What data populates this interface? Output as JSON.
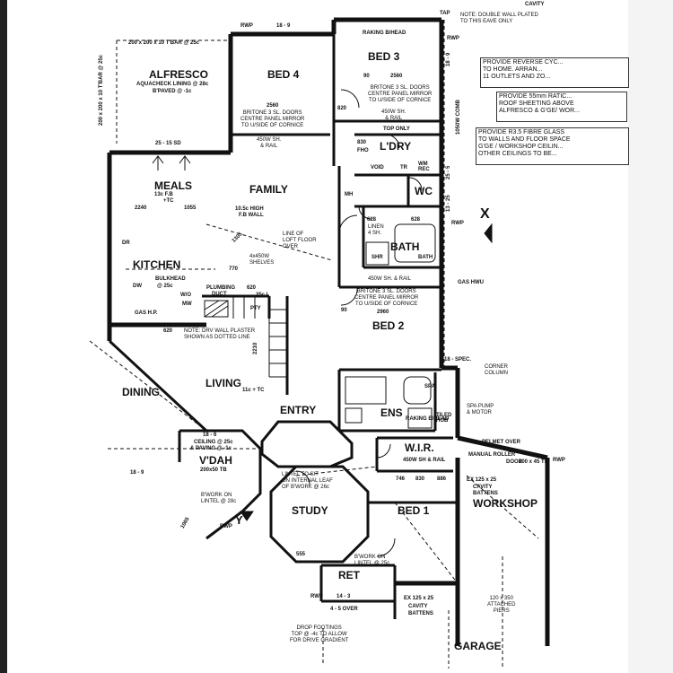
{
  "rooms": {
    "alfresco": "ALFRESCO",
    "bed4": "BED 4",
    "bed3": "BED 3",
    "ldry": "L'DRY",
    "wc": "WC",
    "meals": "MEALS",
    "family": "FAMILY",
    "kitchen": "KITCHEN",
    "bath": "BATH",
    "bed2": "BED 2",
    "dining": "DINING",
    "living": "LIVING",
    "entry": "ENTRY",
    "ens": "ENS",
    "wir": "W.I.R.",
    "vdah": "V'DAH",
    "study": "STUDY",
    "bed1": "BED 1",
    "workshop": "WORKSHOP",
    "ret": "RET",
    "garage": "GARAGE"
  },
  "notes": {
    "cavity": "CAVITY",
    "rwp": "RWP",
    "tap": "TAP",
    "dim_18_9": "18 - 9",
    "double_wall_1": "NOTE: DOUBLE WALL PLATED",
    "double_wall_2": "TO THIS EAVE ONLY",
    "raking_bhead": "RAKING B/HEAD",
    "tbar_top": "200 x 200 x 10 T'BAR @ 25c",
    "tbar_side": "200 x 200 x 10 T'BAR @ 25c",
    "aquacheck": "AQUACHECK LINING @ 28c",
    "bpaved": "B'PAVED @ -1c",
    "dim_2560a": "2560",
    "dim_2560b": "2560",
    "dim_90": "90",
    "dim_820": "820",
    "britone1": "BRITONE 3 SL. DOORS",
    "britone2": "CENTRE PANEL MIRROR",
    "britone3": "TO U/SIDE OF CORNICE",
    "shrail1": "450W SH.",
    "shrail2": "& RAIL",
    "top_only": "TOP ONLY",
    "dim_830": "830",
    "fho": "FHO",
    "void": "VOID",
    "tr": "TR",
    "wm_rec": "WM REC",
    "combi": "1050W COMB",
    "meals_ceiling": "13c F.B",
    "meals_tc": "+TC",
    "dim_2240": "2240",
    "dim_1055": "1055",
    "high_wall": "10.5c HIGH",
    "fb_wall": "F.B WALL",
    "loft1": "LINE OF",
    "loft2": "LOFT FLOOR",
    "loft3": "OVER",
    "shelves1": "4x450W",
    "shelves2": "SHELVES",
    "mh": "MH",
    "dim_1305": "1305",
    "dim_628a": "628",
    "dim_628b": "628",
    "linen": "LINEN",
    "linen_sh": "4 SH.",
    "shr": "SHR",
    "dim_25_5": "25 - 5",
    "dim_13_25": "13 - 25",
    "x_marker": "X",
    "dr": "DR",
    "dw": "DW",
    "bulkhead": "BULKHEAD",
    "bulkhead_c": "@ 25c",
    "wo": "W/O",
    "plumbing": "PLUMBING",
    "duct": "DUCT",
    "mw": "MW",
    "pty": "PTY",
    "dim_25cl": "25c L",
    "dim_620": "620",
    "dim_770": "770",
    "gas_hp": "GAS H.P.",
    "gas_hwu": "GAS HWU",
    "drv_note1": "NOTE: DRV WALL PLASTER",
    "drv_note2": "SHOWN AS DOTTED LINE",
    "bed2_shrail": "450W SH. & RAIL",
    "dim_2960": "2960",
    "dim_2210": "2210",
    "dim_11c": "11c + TC",
    "corner1": "CORNER",
    "corner2": "COLUMN",
    "spec": "18 - SPEC.",
    "spa": "SPA",
    "spa_pump": "SPA PUMP",
    "spa_motor": "& MOTOR",
    "tiled_hob": "TILED HOB",
    "raking_ens": "RAKING B/HEAD",
    "pelmet": "PELMET OVER",
    "roller": "MANUAL ROLLER",
    "roller_door": "DOOR",
    "dim_200x45": "200 x 45 TB",
    "wir_shrail": "450W SH & RAIL",
    "dim_746": "746",
    "dim_830b": "830",
    "dim_886": "886",
    "ex125": "EX 125 x 25",
    "cavity_battens": "CAVITY BATTENS",
    "dim_18_6": "18 - 6",
    "vdah_ceiling": "CEILING @ 25c",
    "vdah_paving": "& PAVING @ -1c",
    "dim_200x50": "200x50 TB",
    "lintel1": "LINTEL TO SIT",
    "lintel2": "ON INTERNAL LEAF",
    "lintel3": "OF B'WORK @ 26c",
    "bwork1": "B'WORK ON",
    "bwork2": "LINTEL @ 28c",
    "bwork3": "B'WORK ON",
    "bwork4": "LINTEL @ 25c",
    "dim_1065": "1065",
    "dim_555": "555",
    "ex125b": "EX 125 x 25",
    "cavity_b2": "CAVITY",
    "cavity_b3": "BATTENS",
    "attached1": "120 x 350",
    "attached2": "ATTACHED",
    "attached3": "PIERS",
    "drop1": "DROP FOOTINGS",
    "drop2": "TOP @ -4c TO ALLOW",
    "drop3": "FOR DRIVE GRADIENT",
    "y_marker": "Y",
    "dim_14_3": "14 - 3",
    "dim_4_over": "4 - 5 OVER"
  },
  "sidenotes": [
    {
      "l1": "PROVIDE REVERSE CYC...",
      "l2": "TO HOME. ARRAN...",
      "l3": "11 OUTLETS AND ZO..."
    },
    {
      "l1": "PROVIDE 55mm RATIC...",
      "l2": "ROOF SHEETING ABOVE",
      "l3": "ALFRESCO & G'GE/ WOR..."
    },
    {
      "l1": "PROVIDE R3.5 FIBRE GLASS",
      "l2": "TO WALLS AND FLOOR SPACE",
      "l3": "G'GE / WORKSHOP CEILIN...",
      "l4": "OTHER CEILINGS TO BE..."
    }
  ],
  "icons": {
    "arrow": "up-arrow-icon",
    "marker_x": "section-marker-icon",
    "marker_y": "section-marker-icon"
  }
}
